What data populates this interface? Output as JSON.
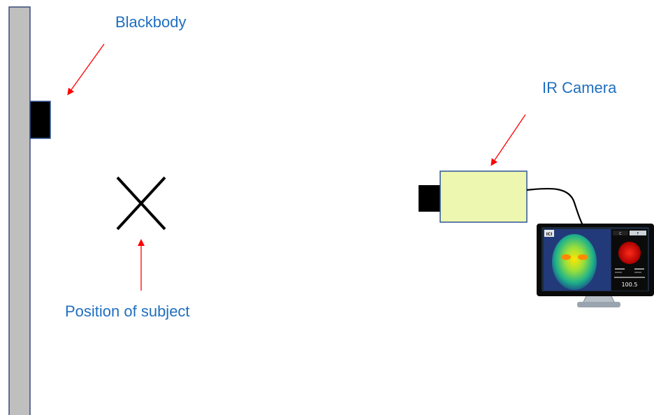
{
  "labels": {
    "blackbody": "Blackbody",
    "ir_camera": "IR Camera",
    "subject_position": "Position of subject"
  },
  "monitor_screen": {
    "brand_mark": "ICI",
    "temperature_readout": "100.5",
    "tab_left": "C",
    "tab_right": "F"
  },
  "colors": {
    "label_text": "#1f6fbf",
    "arrow": "#ff0000",
    "wall_fill": "#bfbfbf",
    "wall_stroke": "#3a4a7a",
    "camera_body": "#eef7b0",
    "camera_outline": "#2f5597",
    "black": "#000000"
  }
}
